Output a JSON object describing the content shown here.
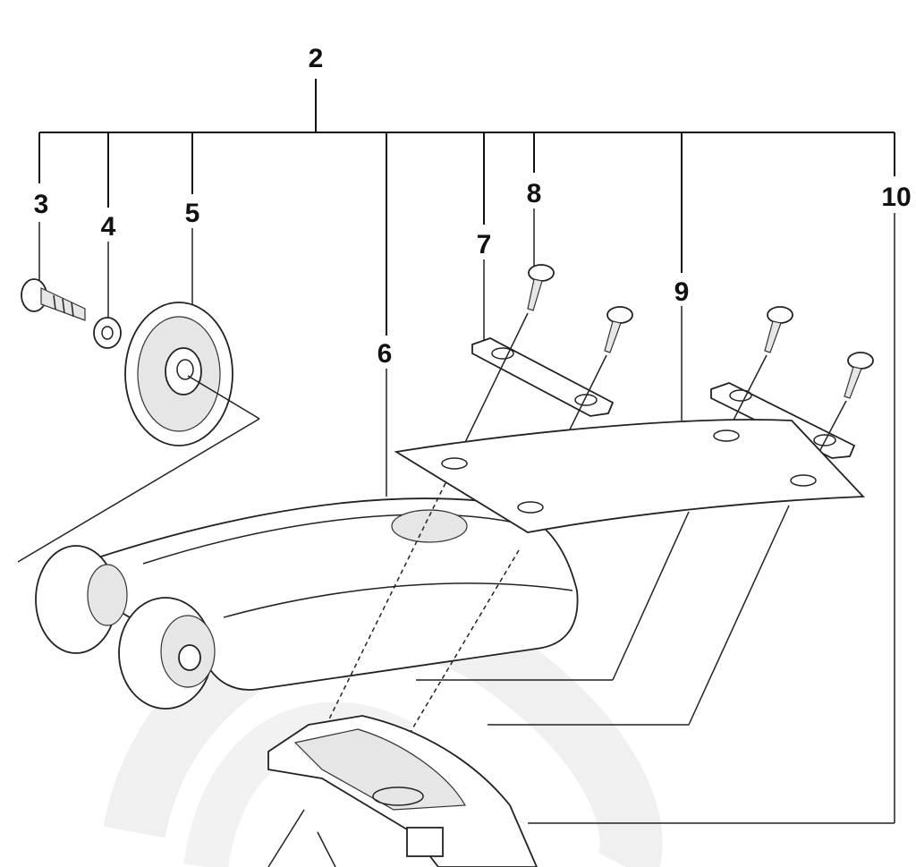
{
  "callouts": {
    "c2": "2",
    "c3": "3",
    "c4": "4",
    "c5": "5",
    "c6": "6",
    "c7": "7",
    "c8": "8",
    "c9": "9",
    "c10": "10"
  },
  "colors": {
    "ink": "#111111",
    "background": "#ffffff",
    "watermark": "#f0f0f0"
  }
}
